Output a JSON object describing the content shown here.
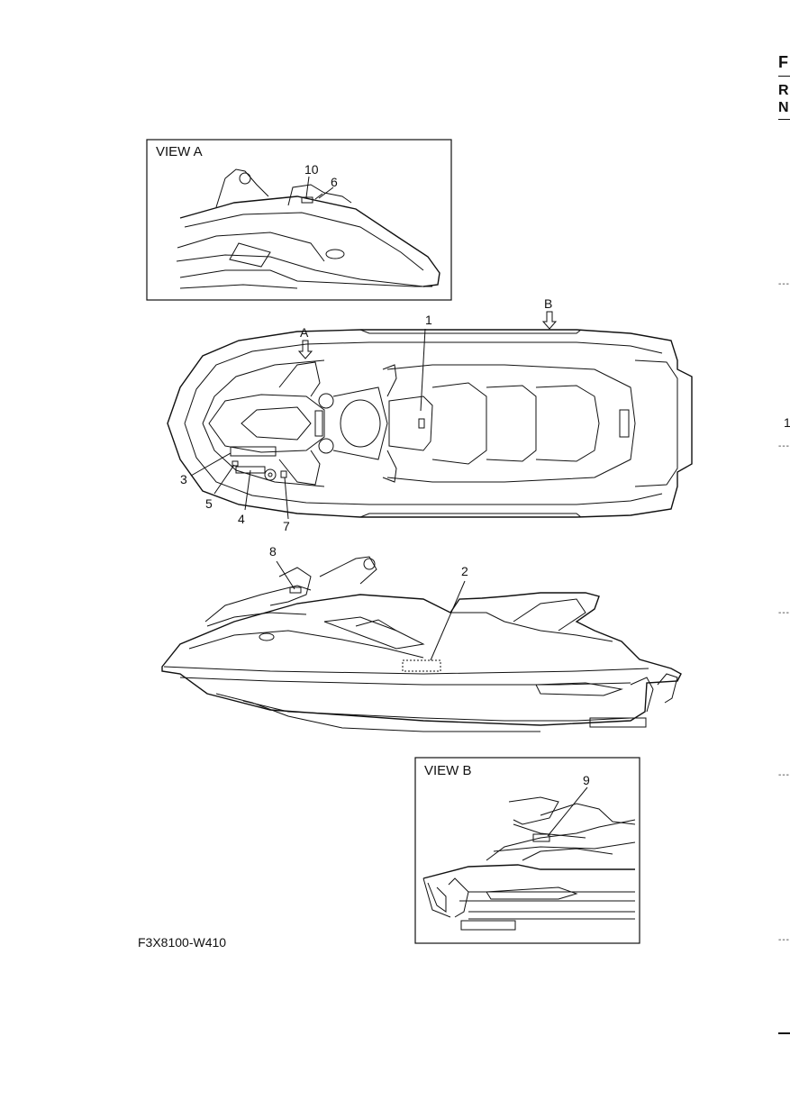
{
  "edge_letters": [
    "F",
    "R",
    "N"
  ],
  "edge_fragment_1": "1",
  "views": {
    "a_title": "VIEW A",
    "b_title": "VIEW B"
  },
  "arrows": {
    "a": "A",
    "b": "B"
  },
  "callouts": [
    "1",
    "2",
    "3",
    "4",
    "5",
    "6",
    "7",
    "8",
    "9",
    "10"
  ],
  "figure_code": "F3X8100-W410"
}
